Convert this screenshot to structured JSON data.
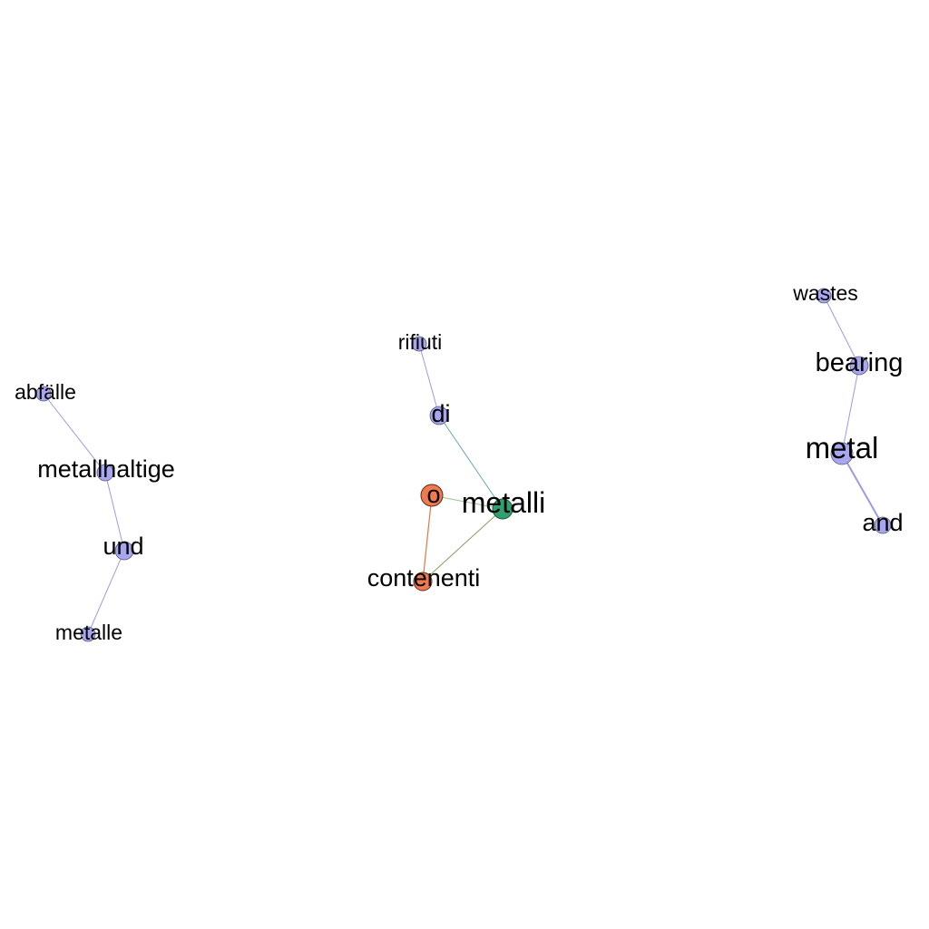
{
  "graph": {
    "colors": {
      "default_node": "#a8a6f0",
      "default_edge": "#9c9ae6",
      "orange_node": "#f07a50",
      "green_node": "#2fa070",
      "orange_edge": "#e0784a",
      "olive_edge": "#8c9a6a",
      "teal_edge": "#6aa6b0",
      "light_edge": "#a0c090"
    },
    "nodes": [
      {
        "id": "abfalle",
        "label": "abfälle"
      },
      {
        "id": "metallhaltige",
        "label": "metallhaltige"
      },
      {
        "id": "und",
        "label": "und"
      },
      {
        "id": "metalle",
        "label": "metalle"
      },
      {
        "id": "rifiuti",
        "label": "rifiuti"
      },
      {
        "id": "di",
        "label": "di"
      },
      {
        "id": "metalli",
        "label": "metalli"
      },
      {
        "id": "o",
        "label": "o"
      },
      {
        "id": "contenenti",
        "label": "contenenti"
      },
      {
        "id": "wastes",
        "label": "wastes"
      },
      {
        "id": "bearing",
        "label": "bearing"
      },
      {
        "id": "metal",
        "label": "metal"
      },
      {
        "id": "and",
        "label": "and"
      }
    ],
    "edges": [
      {
        "source": "abfalle",
        "target": "metallhaltige"
      },
      {
        "source": "metallhaltige",
        "target": "und"
      },
      {
        "source": "und",
        "target": "metalle"
      },
      {
        "source": "rifiuti",
        "target": "di"
      },
      {
        "source": "di",
        "target": "metalli"
      },
      {
        "source": "o",
        "target": "metalli"
      },
      {
        "source": "o",
        "target": "contenenti"
      },
      {
        "source": "contenenti",
        "target": "metalli"
      },
      {
        "source": "wastes",
        "target": "bearing"
      },
      {
        "source": "bearing",
        "target": "metal"
      },
      {
        "source": "metal",
        "target": "and"
      }
    ]
  }
}
